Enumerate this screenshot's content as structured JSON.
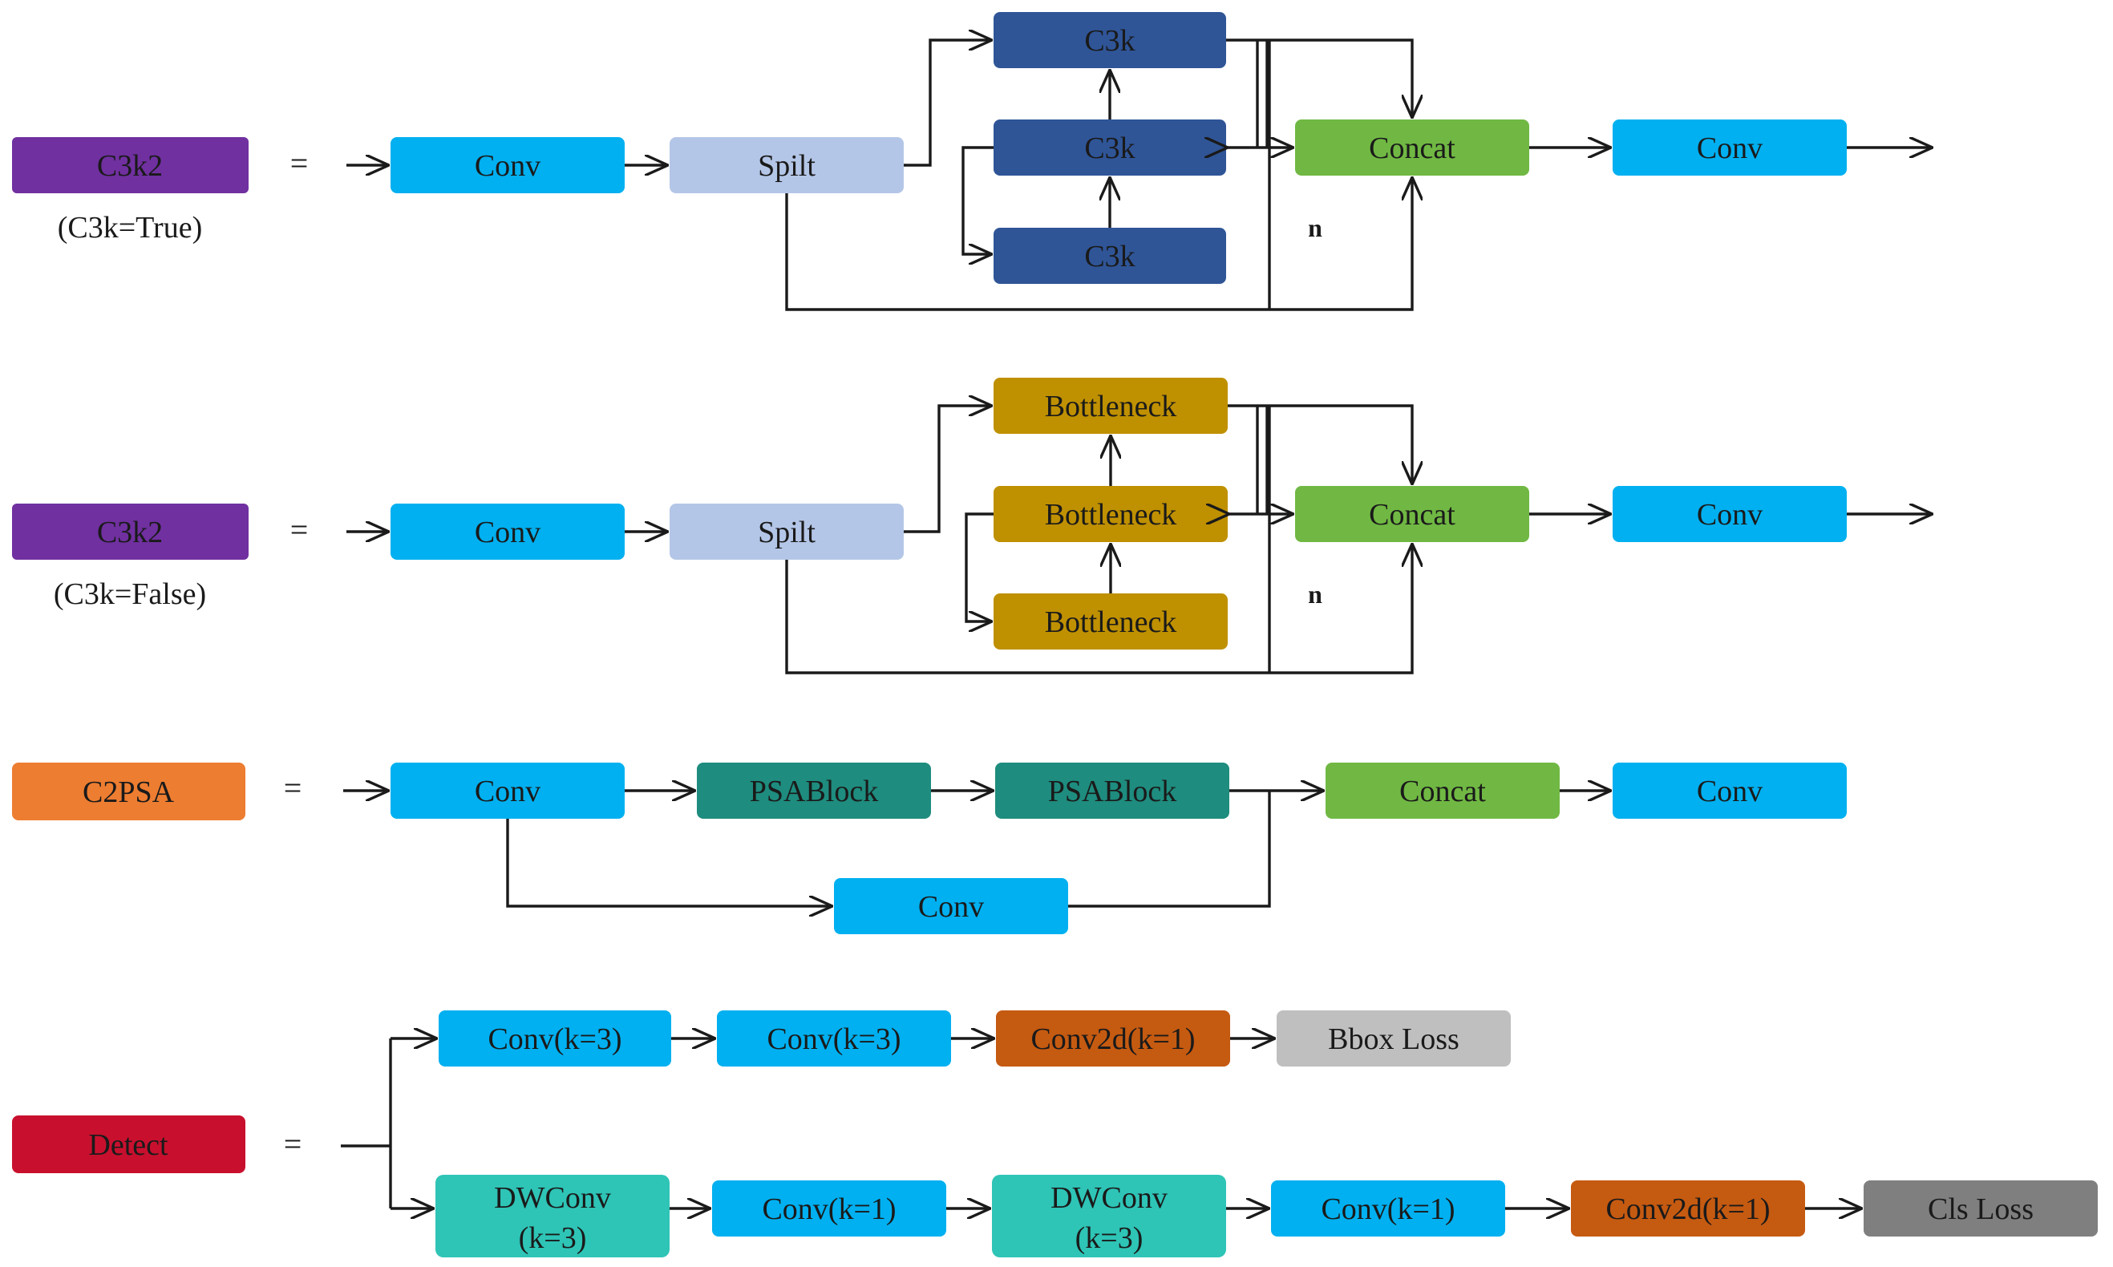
{
  "colors": {
    "c3k2": "#7030A0",
    "conv": "#00B0F0",
    "split": "#B4C6E7",
    "c3k": "#2F5597",
    "concat": "#70B843",
    "bottleneck": "#BF9000",
    "c2psa": "#ED7D31",
    "psablock": "#1E8C7E",
    "detect": "#C8102E",
    "conv2d": "#C55A11",
    "bbox_loss": "#BFBFBF",
    "dwconv": "#2EC4B6",
    "cls_loss": "#7F7F7F",
    "line": "#1a1a1a"
  },
  "equals": "=",
  "rows": {
    "c3k2_true": {
      "name": "C3k2",
      "subtitle": "(C3k=True)",
      "conv": "Conv",
      "split": "Spilt",
      "blocks": [
        "C3k",
        "C3k",
        "C3k"
      ],
      "n_label": "n",
      "concat": "Concat",
      "conv_out": "Conv"
    },
    "c3k2_false": {
      "name": "C3k2",
      "subtitle": "(C3k=False)",
      "conv": "Conv",
      "split": "Spilt",
      "blocks": [
        "Bottleneck",
        "Bottleneck",
        "Bottleneck"
      ],
      "n_label": "n",
      "concat": "Concat",
      "conv_out": "Conv"
    },
    "c2psa": {
      "name": "C2PSA",
      "conv": "Conv",
      "psablock1": "PSABlock",
      "psablock2": "PSABlock",
      "concat": "Concat",
      "conv_out": "Conv",
      "conv_skip": "Conv"
    },
    "detect": {
      "name": "Detect",
      "bbox_branch": [
        "Conv(k=3)",
        "Conv(k=3)",
        "Conv2d(k=1)",
        "Bbox Loss"
      ],
      "cls_branch": {
        "dwconv1": [
          "DWConv",
          "(k=3)"
        ],
        "conv1": "Conv(k=1)",
        "dwconv2": [
          "DWConv",
          "(k=3)"
        ],
        "conv2": "Conv(k=1)",
        "conv2d": "Conv2d(k=1)",
        "loss": "Cls Loss"
      }
    }
  }
}
